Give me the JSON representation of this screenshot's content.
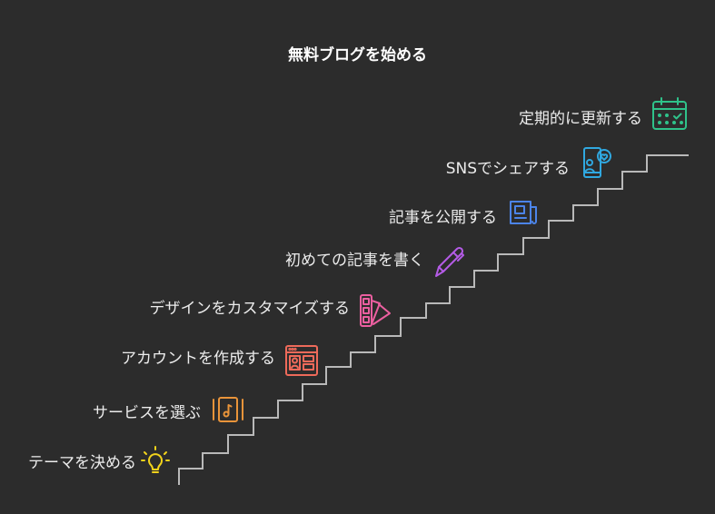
{
  "title": "無料ブログを始める",
  "steps": [
    {
      "label": "テーマを決める",
      "icon": "lightbulb-icon",
      "color": "#f2d31b"
    },
    {
      "label": "サービスを選ぶ",
      "icon": "music-file-icon",
      "color": "#e9943a"
    },
    {
      "label": "アカウントを作成する",
      "icon": "account-form-icon",
      "color": "#ee6a5a"
    },
    {
      "label": "デザインをカスタマイズする",
      "icon": "color-swatch-icon",
      "color": "#ec5fa0"
    },
    {
      "label": "初めての記事を書く",
      "icon": "pen-icon",
      "color": "#b45be6"
    },
    {
      "label": "記事を公開する",
      "icon": "newspaper-icon",
      "color": "#4c84e8"
    },
    {
      "label": "SNSでシェアする",
      "icon": "phone-share-icon",
      "color": "#30a8e0"
    },
    {
      "label": "定期的に更新する",
      "icon": "calendar-icon",
      "color": "#2fc28a"
    }
  ]
}
